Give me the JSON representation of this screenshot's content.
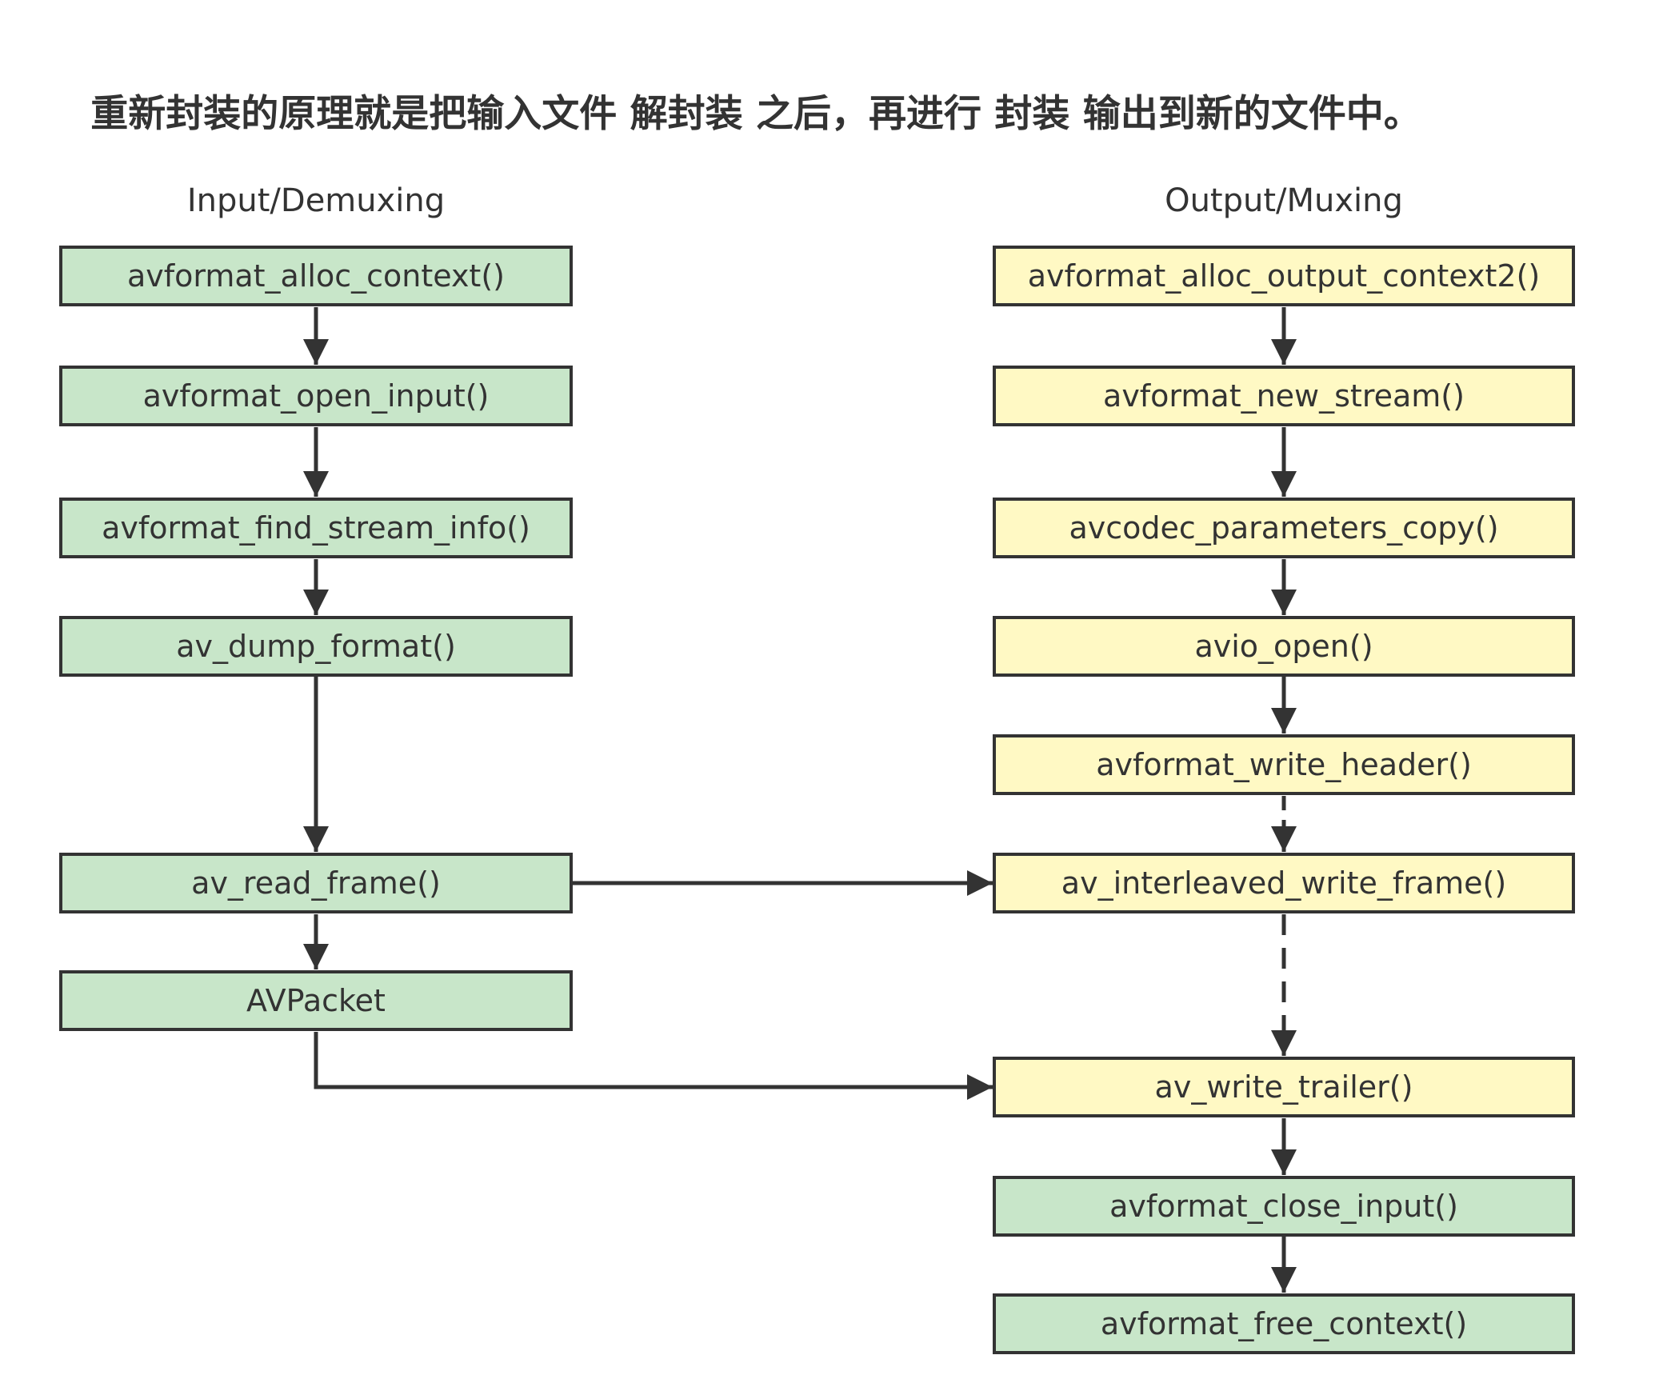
{
  "title": "重新封装的原理就是把输入文件 解封装 之后，再进行 封装 输出到新的文件中。",
  "columns": {
    "input_label": "Input/Demuxing",
    "output_label": "Output/Muxing"
  },
  "input_nodes": [
    {
      "label": "avformat_alloc_context()",
      "color": "#c8e6c9"
    },
    {
      "label": "avformat_open_input()",
      "color": "#c8e6c9"
    },
    {
      "label": "avformat_find_stream_info()",
      "color": "#c8e6c9"
    },
    {
      "label": "av_dump_format()",
      "color": "#c8e6c9"
    },
    {
      "label": "av_read_frame()",
      "color": "#c8e6c9"
    },
    {
      "label": "AVPacket",
      "color": "#c8e6c9"
    }
  ],
  "output_nodes": [
    {
      "label": "avformat_alloc_output_context2()",
      "color": "#fff9c4"
    },
    {
      "label": "avformat_new_stream()",
      "color": "#fff9c4"
    },
    {
      "label": "avcodec_parameters_copy()",
      "color": "#fff9c4"
    },
    {
      "label": "avio_open()",
      "color": "#fff9c4"
    },
    {
      "label": "avformat_write_header()",
      "color": "#fff9c4"
    },
    {
      "label": "av_interleaved_write_frame()",
      "color": "#fff9c4"
    },
    {
      "label": "av_write_trailer()",
      "color": "#fff9c4"
    },
    {
      "label": "avformat_close_input()",
      "color": "#c8e6c9"
    },
    {
      "label": "avformat_free_context()",
      "color": "#c8e6c9"
    }
  ],
  "edges": [
    {
      "from": "avformat_alloc_context()",
      "to": "avformat_open_input()",
      "style": "solid"
    },
    {
      "from": "avformat_open_input()",
      "to": "avformat_find_stream_info()",
      "style": "solid"
    },
    {
      "from": "avformat_find_stream_info()",
      "to": "av_dump_format()",
      "style": "solid"
    },
    {
      "from": "av_dump_format()",
      "to": "av_read_frame()",
      "style": "solid"
    },
    {
      "from": "av_read_frame()",
      "to": "AVPacket",
      "style": "solid"
    },
    {
      "from": "av_read_frame()",
      "to": "av_interleaved_write_frame()",
      "style": "solid"
    },
    {
      "from": "AVPacket",
      "to": "av_write_trailer()",
      "style": "solid"
    },
    {
      "from": "avformat_alloc_output_context2()",
      "to": "avformat_new_stream()",
      "style": "solid"
    },
    {
      "from": "avformat_new_stream()",
      "to": "avcodec_parameters_copy()",
      "style": "solid"
    },
    {
      "from": "avcodec_parameters_copy()",
      "to": "avio_open()",
      "style": "solid"
    },
    {
      "from": "avio_open()",
      "to": "avformat_write_header()",
      "style": "solid"
    },
    {
      "from": "avformat_write_header()",
      "to": "av_interleaved_write_frame()",
      "style": "dashed"
    },
    {
      "from": "av_interleaved_write_frame()",
      "to": "av_write_trailer()",
      "style": "dashed"
    },
    {
      "from": "av_write_trailer()",
      "to": "avformat_close_input()",
      "style": "solid"
    },
    {
      "from": "avformat_close_input()",
      "to": "avformat_free_context()",
      "style": "solid"
    }
  ],
  "colors": {
    "input_fill": "#c8e6c9",
    "output_fill": "#fff9c4",
    "stroke": "#333333"
  }
}
